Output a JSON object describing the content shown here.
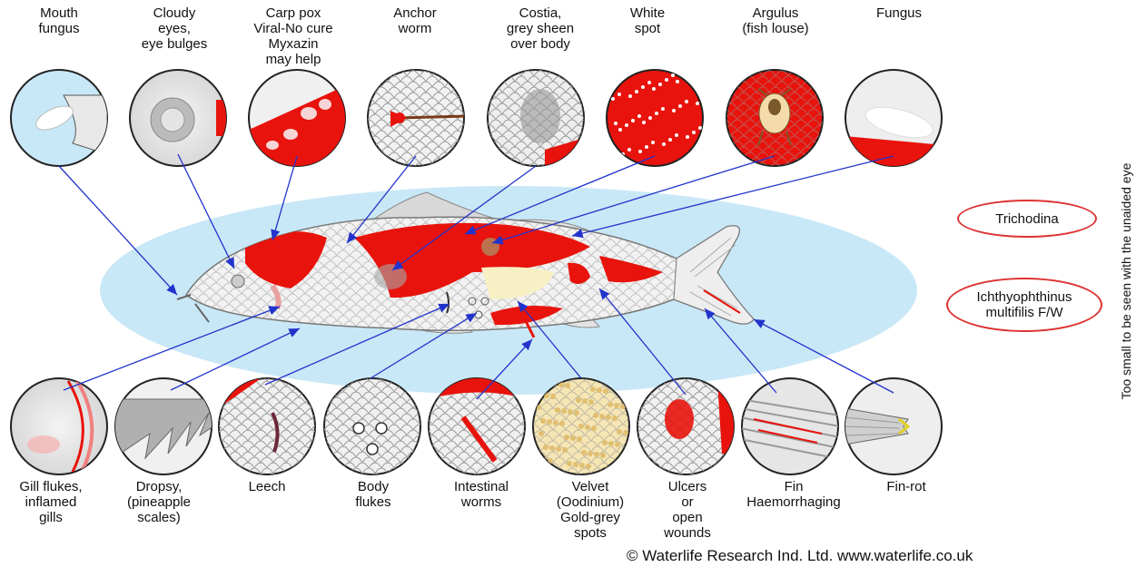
{
  "top_labels": [
    "Mouth\nfungus",
    "Cloudy\neyes,\neye bulges",
    "Carp pox\nViral-No cure\nMyxazin\nmay help",
    "Anchor\nworm",
    "Costia,\ngrey sheen\nover body",
    "White\nspot",
    "Argulus\n(fish louse)",
    "Fungus"
  ],
  "bottom_labels": [
    "Gill flukes,\ninflamed\ngills",
    "Dropsy,\n(pineapple\nscales)",
    "Leech",
    "Body\nflukes",
    "Intestinal\nworms",
    "Velvet\n(Oodinium)\nGold-grey\nspots",
    "Ulcers\nor\nopen\nwounds",
    "Fin\nHaemorrhaging",
    "Fin-rot"
  ],
  "side_note": "Too small to be seen with the unaided eye",
  "microscopic": [
    "Trichodina",
    "Ichthyophthinus\nmultifilis F/W"
  ],
  "copyright": "© Waterlife Research Ind. Ltd. www.waterlife.co.uk",
  "colors": {
    "red": "#e8130c",
    "water": "#c9e8f7",
    "arrow": "#2233cc",
    "scale": "#9a9a9a"
  }
}
